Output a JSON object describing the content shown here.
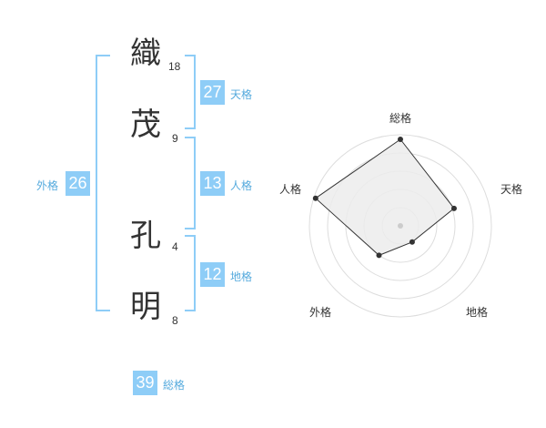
{
  "colors": {
    "accent": "#8ecdf7",
    "text": "#333333",
    "label": "#55aadd"
  },
  "name": {
    "characters": [
      {
        "char": "織",
        "strokes": "18"
      },
      {
        "char": "茂",
        "strokes": "9"
      },
      {
        "char": "孔",
        "strokes": "4"
      },
      {
        "char": "明",
        "strokes": "8"
      }
    ]
  },
  "fortunes": {
    "tenkaku": {
      "value": "27",
      "label": "天格"
    },
    "jinkaku": {
      "value": "13",
      "label": "人格"
    },
    "chikaku": {
      "value": "12",
      "label": "地格"
    },
    "gaikaku": {
      "value": "26",
      "label": "外格"
    },
    "soukaku": {
      "value": "39",
      "label": "総格"
    }
  },
  "radar": {
    "labels": {
      "top": "総格",
      "right": "天格",
      "bottom_right": "地格",
      "bottom_left": "外格",
      "left": "人格"
    },
    "levels": 5,
    "values": {
      "soukaku": 0.95,
      "tenkaku": 0.62,
      "chikaku": 0.22,
      "gaikaku": 0.4,
      "jinkaku": 0.98
    }
  }
}
